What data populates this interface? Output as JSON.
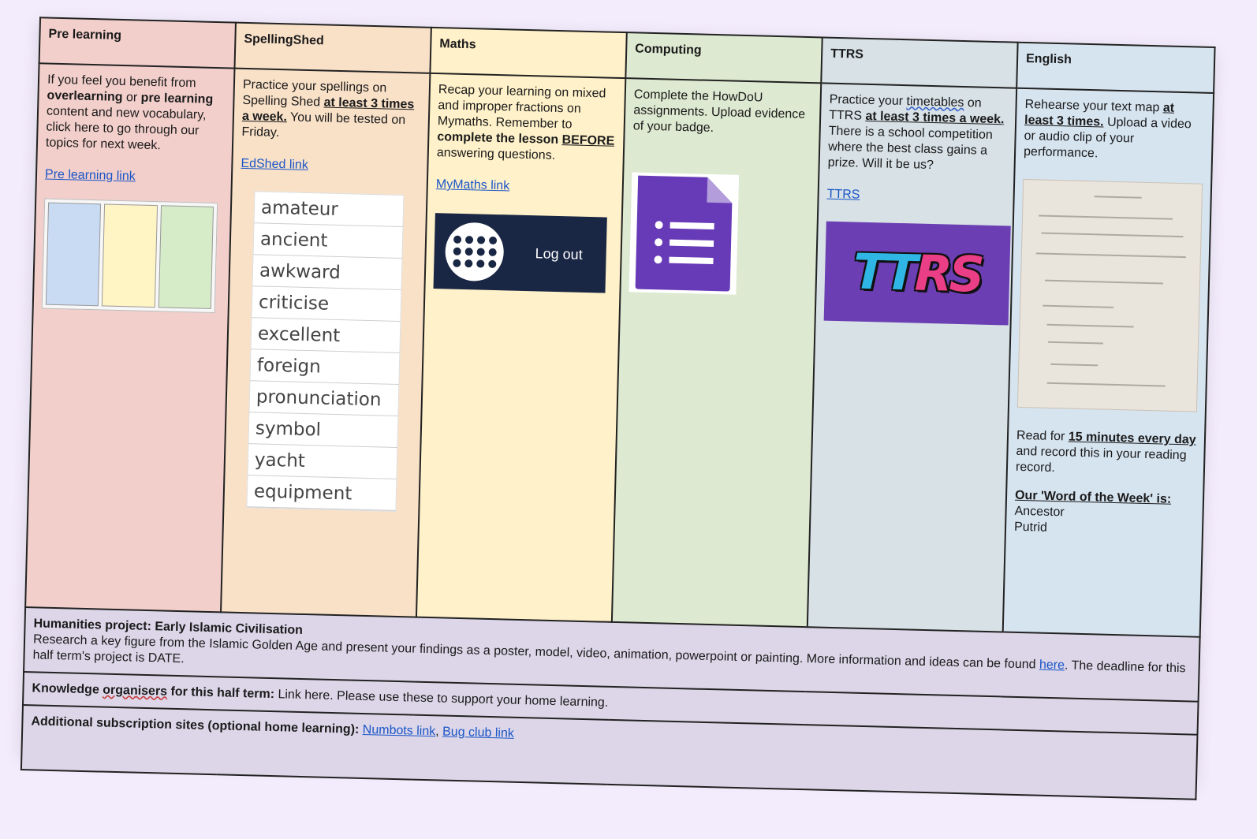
{
  "columns": [
    {
      "title": "Pre learning"
    },
    {
      "title": "SpellingShed"
    },
    {
      "title": "Maths"
    },
    {
      "title": "Computing"
    },
    {
      "title": "TTRS"
    },
    {
      "title": "English"
    }
  ],
  "pre_learning": {
    "t1": "If you feel you benefit from ",
    "b1": "overlearning",
    "t2": " or ",
    "b2": "pre learning",
    "t3": " content and new vocabulary, click here to go through our topics for next week.",
    "link": "Pre learning link"
  },
  "spelling": {
    "t1": "Practice your spellings on Spelling Shed ",
    "b1": "at least 3 times a week.",
    "t2": " You will be tested on Friday.",
    "link": "EdShed link",
    "words": [
      "amateur",
      "ancient",
      "awkward",
      "criticise",
      "excellent",
      "foreign",
      "pronunciation",
      "symbol",
      "yacht",
      "equipment"
    ]
  },
  "maths": {
    "t1": "Recap your learning on mixed and improper fractions on Mymaths. Remember to ",
    "b1": "complete the lesson ",
    "u1": "BEFORE",
    "t2": " answering questions.",
    "link": "MyMaths link",
    "button_label": "Log out"
  },
  "computing": {
    "text": "Complete the HowDoU assignments. Upload evidence of your badge."
  },
  "ttrs": {
    "t1": "Practice your ",
    "w1": "timetables",
    "t2": " on TTRS ",
    "b1": "at least 3 times a week.",
    "t3": " There is a school competition where the best class gains a prize. Will it be us?",
    "link": "TTRS",
    "logo_a": "TT",
    "logo_b": "RS"
  },
  "english": {
    "t1": "Rehearse your text map ",
    "b1": "at least 3 times.",
    "t2": " Upload a video or audio clip of your performance.",
    "r1": "Read for ",
    "rb1": "15 minutes every day",
    "r2": " and record this in your reading record.",
    "wotw_heading": "Our 'Word of the Week' is:",
    "words": [
      "Ancestor",
      "Putrid"
    ]
  },
  "humanities": {
    "heading": "Humanities project: Early Islamic Civilisation",
    "t1": "Research a key figure from the Islamic Golden Age and present your findings as a poster, model, video, animation, powerpoint or painting. More information and ideas can be found ",
    "link": "here",
    "t2": ".  The deadline for this half term's project is DATE."
  },
  "knowledge": {
    "b1": "Knowledge ",
    "w1": "organisers",
    "b2": " for this half term:",
    "text": " Link here. Please use these to support your home learning."
  },
  "additional": {
    "heading": "Additional subscription sites (optional home learning):",
    "link1": "Numbots link",
    "sep": ", ",
    "link2": "Bug club link"
  },
  "colors": {
    "pre": "#f2cfcb",
    "spelling": "#f9e1c8",
    "maths": "#fff1c9",
    "computing": "#dde9d0",
    "ttrs": "#d7e1e6",
    "english": "#d6e4f0",
    "footer": "#dcd6e8",
    "link": "#1a55c8",
    "forms_purple": "#673ab7",
    "ttrs_purple": "#6b3fb3"
  },
  "icons": [
    "google-forms-icon",
    "mymaths-grid-icon",
    "ttrs-logo-icon"
  ]
}
